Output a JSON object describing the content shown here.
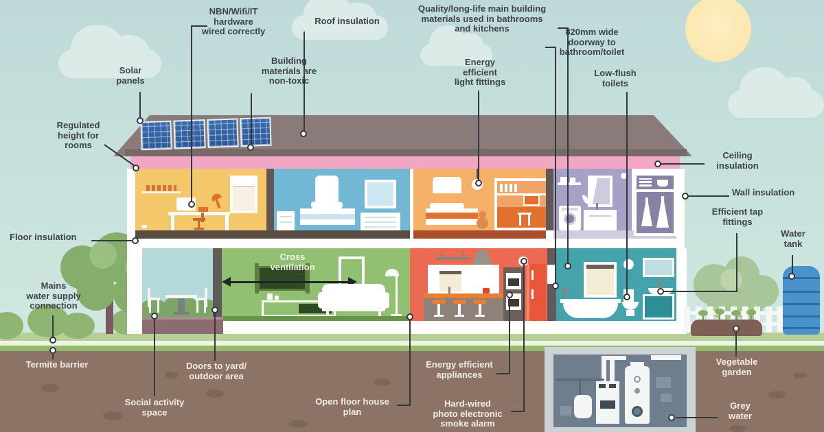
{
  "palette": {
    "sky": "#c3dedb",
    "sun": "#fbe6ac",
    "cloud": "#dcebe8",
    "roof": "#8b7a7a",
    "ceiling_insulation_pink": "#f1a6c4",
    "office_yellow": "#f3c76a",
    "bedroom_blue": "#73b7d6",
    "kids_orange": "#f6b169",
    "laundry_lavender": "#a8a1c7",
    "kitchen_red": "#ed6a52",
    "bathroom_teal": "#45a3ac",
    "living_green": "#92c073",
    "grass": "#b7cf97",
    "soil": "#8b7365",
    "water_tank_blue": "#4a92cc",
    "basement_grey": "#6e7e8c",
    "label_ink": "#3e4449",
    "label_light": "#f2ece4"
  },
  "labels": {
    "solar_panels": "Solar\npanels",
    "nbn_wifi": "NBN/Wifi/IT\nhardware\nwired correctly",
    "roof_insulation": "Roof insulation",
    "building_materials": "Building\nmaterials are\nnon-toxic",
    "quality_materials": "Quality/long-life main building\nmaterials used in bathrooms\nand kitchens",
    "light_fittings": "Energy\nefficient\nlight fittings",
    "doorway": "820mm wide\ndoorway to\nbathroom/toilet",
    "low_flush": "Low-flush\ntoilets",
    "regulated_height": "Regulated\nheight for\nrooms",
    "ceiling_insulation": "Ceiling\ninsulation",
    "wall_insulation": "Wall insulation",
    "tap_fittings": "Efficient tap\nfittings",
    "floor_insulation": "Floor insulation",
    "water_tank": "Water\ntank",
    "mains_water": "Mains\nwater supply\nconnection",
    "termite_barrier": "Termite barrier",
    "doors_yard": "Doors to yard/\noutdoor area",
    "social_space": "Social activity\nspace",
    "open_floor": "Open floor house\nplan",
    "appliances": "Energy efficient\nappliances",
    "smoke_alarm": "Hard-wired\nphoto electronic\nsmoke alarm",
    "vegetable_garden": "Vegetable\ngarden",
    "grey_water": "Grey\nwater"
  },
  "house": {
    "cross_ventilation": "Cross\nventilation"
  }
}
